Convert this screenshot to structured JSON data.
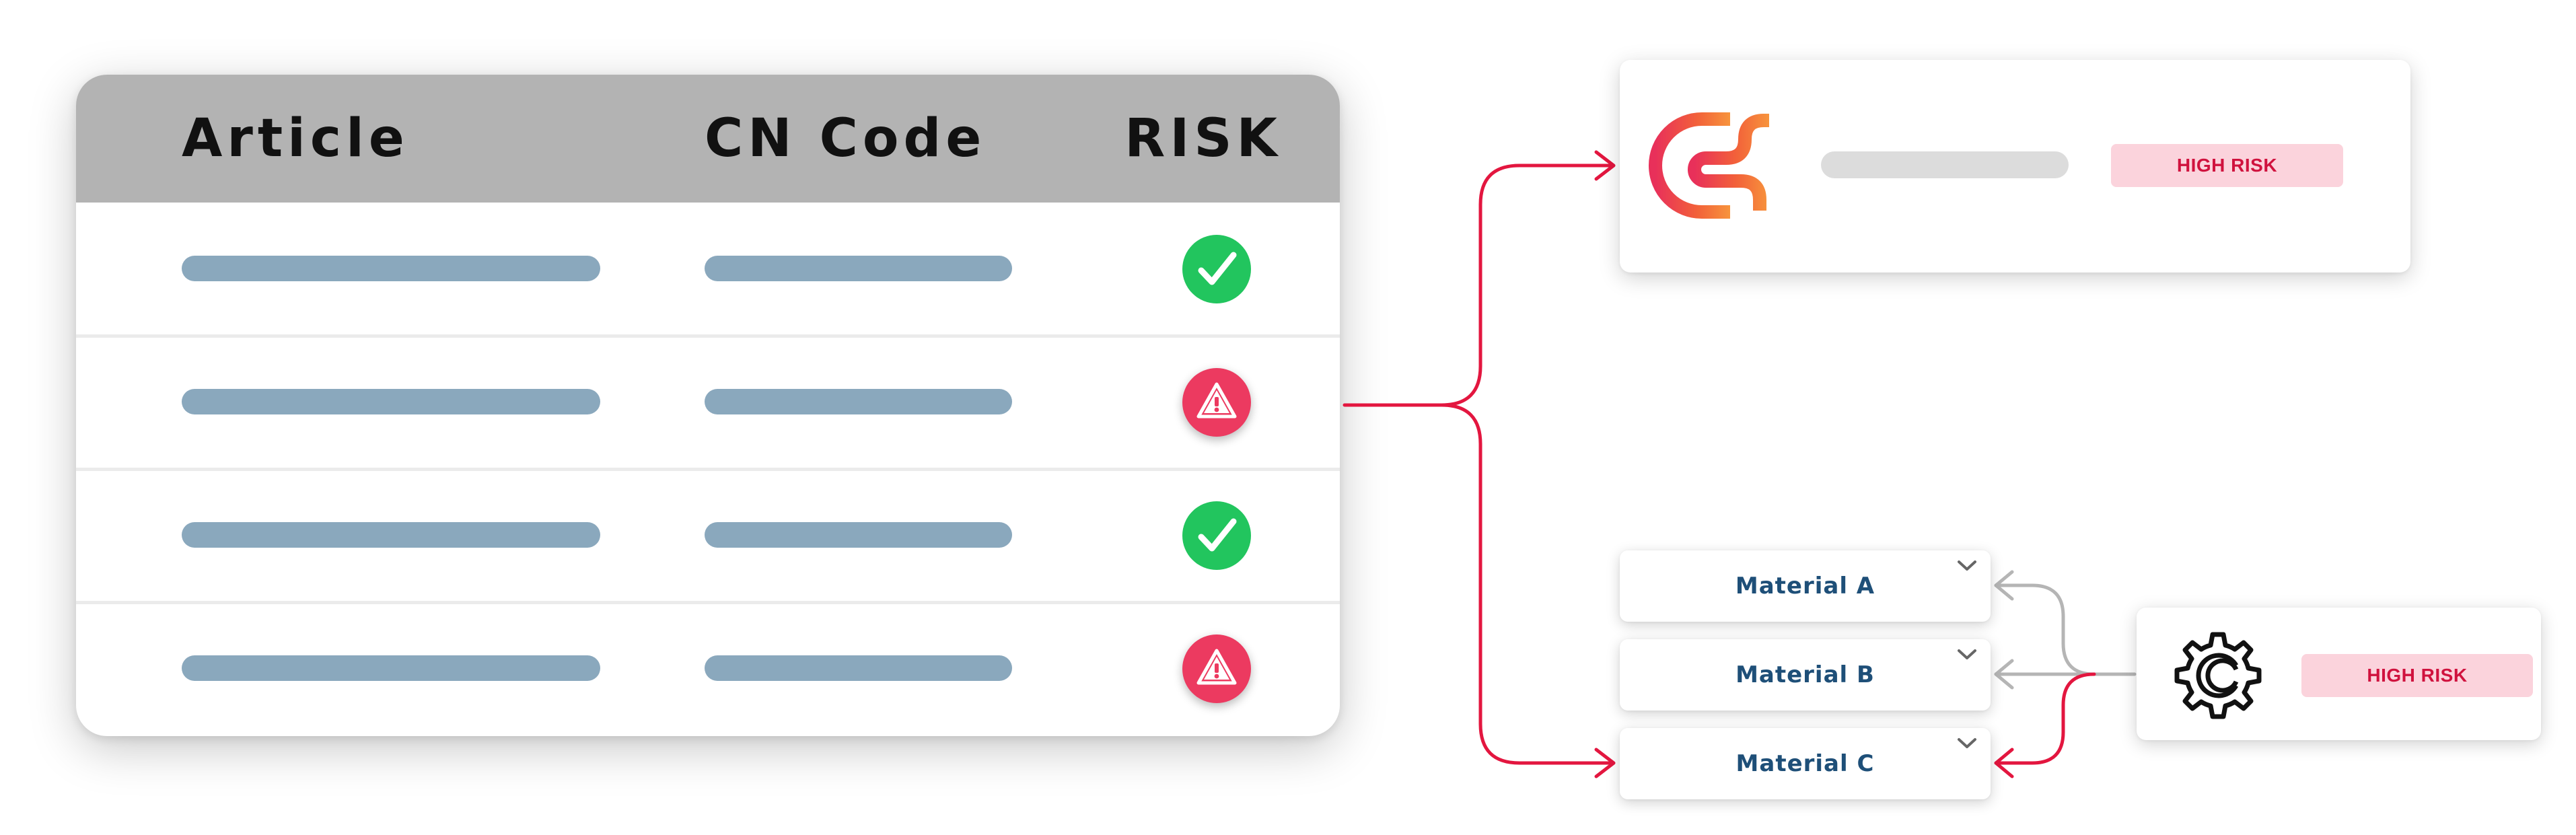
{
  "table": {
    "headers": {
      "article": "Article",
      "cn_code": "CN Code",
      "risk": "RISK"
    },
    "rows": [
      {
        "status": "ok",
        "icon": "checkmark-icon"
      },
      {
        "status": "warning",
        "icon": "warning-icon"
      },
      {
        "status": "ok",
        "icon": "checkmark-icon"
      },
      {
        "status": "warning",
        "icon": "warning-icon"
      }
    ]
  },
  "company_card": {
    "logo": "company-logo-icon",
    "badge": "HIGH RISK"
  },
  "materials": [
    {
      "label": "Material A"
    },
    {
      "label": "Material B"
    },
    {
      "label": "Material C"
    }
  ],
  "supplier_card": {
    "logo": "gear-icon",
    "badge": "HIGH RISK"
  },
  "colors": {
    "header_bg": "#b3b3b3",
    "placeholder_bar": "#8aa8bd",
    "ok_green": "#22c55e",
    "warning_red": "#ec3a60",
    "connector_red": "#e3163f",
    "connector_gray": "#b5b5b5",
    "badge_bg": "#fbd3dc",
    "badge_text": "#d0123e",
    "material_text": "#1e4f78"
  }
}
